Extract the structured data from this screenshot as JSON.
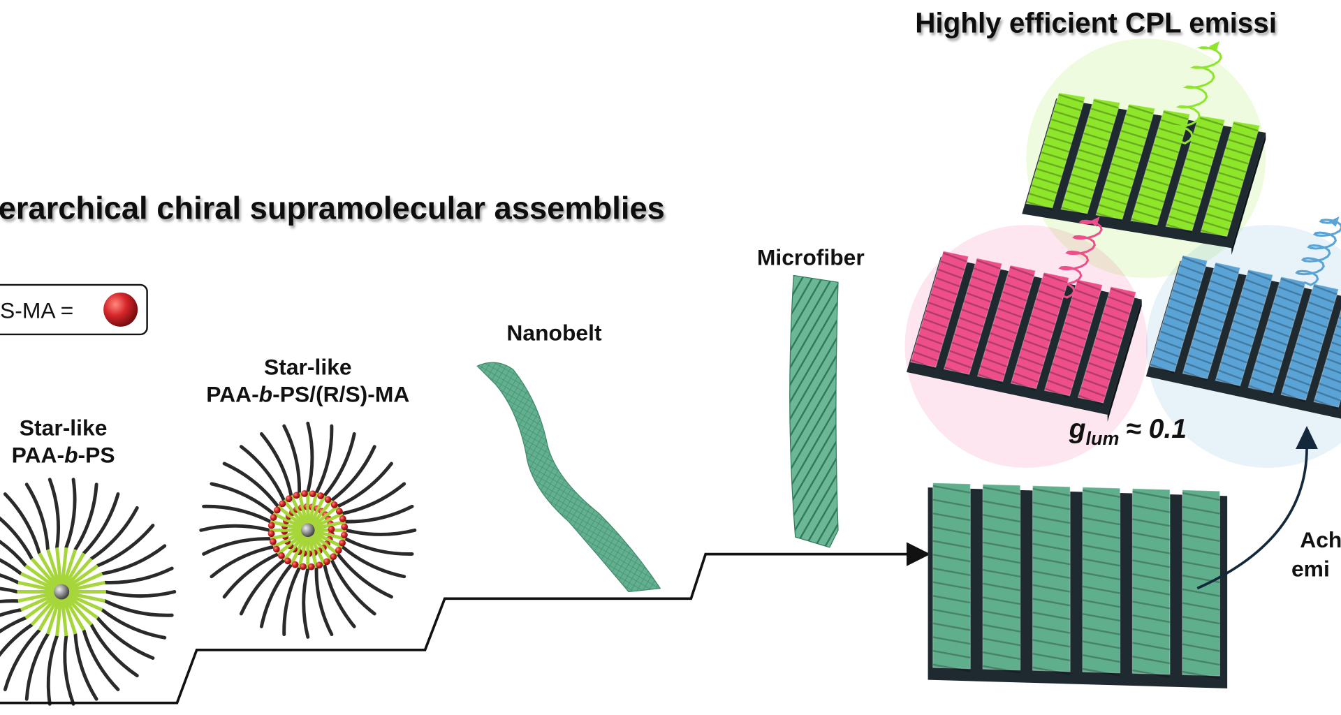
{
  "top_title": "Highly efficient CPL emissi",
  "main_heading": "erarchical chiral supramolecular assemblies",
  "legend": {
    "label": "S-MA =",
    "sphere_color": "#d8262a"
  },
  "stages": [
    {
      "line1": "Star-like",
      "line2_pre": "PAA-",
      "line2_italic": "b",
      "line2_post": "-PS"
    },
    {
      "line1": "Star-like",
      "line2_pre": "PAA-",
      "line2_italic": "b",
      "line2_post": "-PS/(R/S)-MA"
    },
    {
      "line1": "Nanobelt"
    },
    {
      "line1": "Microfiber"
    }
  ],
  "glum": {
    "symbol": "g",
    "subscript": "lum",
    "relation": "≈ 0.1"
  },
  "side_label": {
    "line1": "Ach",
    "line2": "emi"
  },
  "colors": {
    "assembly_teal": "#5fae8c",
    "cpl_green": "#8ee62a",
    "cpl_pink": "#ee4f8b",
    "cpl_blue": "#5aa3d6",
    "chain_black": "#2a2a2a",
    "core_green": "#a6d63a",
    "arrow_navy": "#13283a"
  }
}
